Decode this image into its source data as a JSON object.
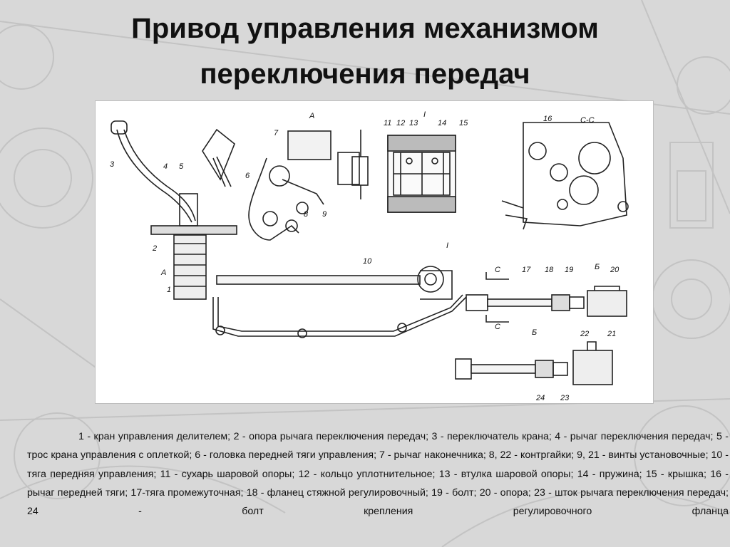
{
  "slide": {
    "title_line1": "Привод управления механизмом",
    "title_line2": "переключения передач"
  },
  "diagram": {
    "callouts": [
      "1",
      "2",
      "3",
      "4",
      "5",
      "6",
      "7",
      "8",
      "9",
      "10",
      "11",
      "12",
      "13",
      "14",
      "15",
      "16",
      "17",
      "18",
      "19",
      "20",
      "21",
      "22",
      "23",
      "24"
    ],
    "view_labels": [
      "А",
      "А",
      "Б",
      "Б",
      "С",
      "С",
      "С-С",
      "I",
      "I"
    ]
  },
  "caption": {
    "text": "1 - кран управления делителем; 2 - опора рычага переключения передач; 3 - переключатель крана; 4 - рычаг переключения передач; 5 - трос крана управления с оплеткой; 6 - головка передней тяги управления; 7 - рычаг наконечника; 8, 22 - контргайки; 9, 21 - винты установочные; 10 - тяга передняя управления; 11 - сухарь шаровой опоры; 12 - кольцо уплотнительное; 13 - втулка шаровой опоры; 14 - пружина; 15 - крышка; 16 - рычаг передней тяги; 17-тяга промежуточная; 18 - фланец стяжной регулировочный; 19 - болт; 20 - опора; 23 - шток рычага переключения передач; 24 - болт крепления регулировочного фланца"
  }
}
